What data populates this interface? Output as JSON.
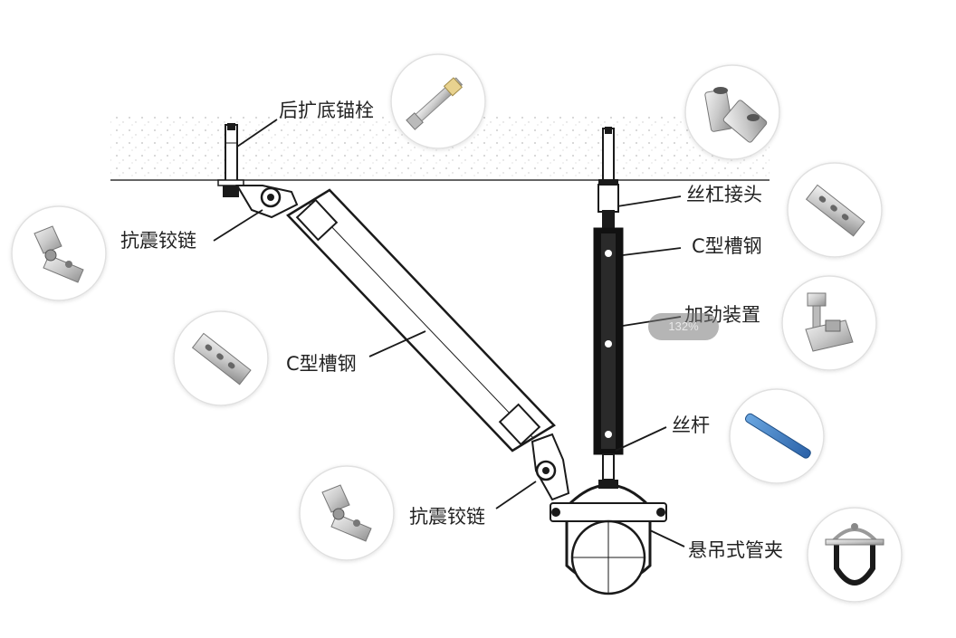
{
  "labels": {
    "anchor_bolt": "后扩底锚栓",
    "hinge_top": "抗震铰链",
    "c_channel_diag": "C型槽钢",
    "hinge_bottom": "抗震铰链",
    "screw_coupler": "丝杠接头",
    "c_channel_vert": "C型槽钢",
    "stiffener": "加劲装置",
    "threaded_rod": "丝杆",
    "pipe_clamp": "悬吊式管夹"
  },
  "zoom_indicator": "132%",
  "colors": {
    "line": "#1a1a1a",
    "circle_border": "#dddddd",
    "ceiling_dots": "#b8b8b8",
    "rod_blue": "#2f6fb5",
    "channel_dark": "#111111"
  },
  "icons": [
    "anchor-bolt-icon",
    "coupler-nut-icon",
    "hinge-left-icon",
    "c-channel-left-icon",
    "c-channel-right-icon",
    "stiffener-bolt-icon",
    "hinge-bottom-icon",
    "threaded-rod-icon",
    "pipe-clamp-icon"
  ]
}
